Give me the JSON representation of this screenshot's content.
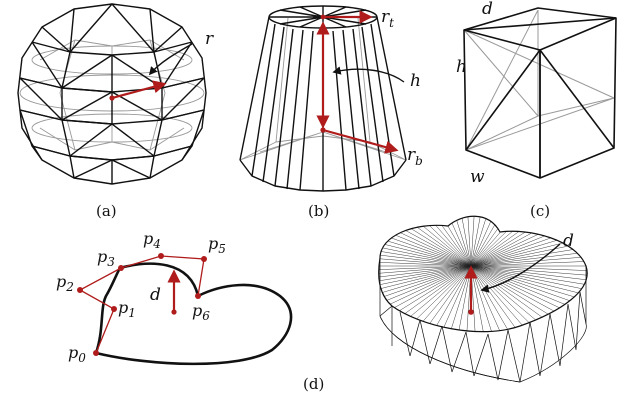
{
  "captions": {
    "a": "(a)",
    "b": "(b)",
    "c": "(c)",
    "d": "(d)"
  },
  "sphere": {
    "radius_label": "r"
  },
  "cone": {
    "top_radius_label": "r",
    "top_radius_sub": "t",
    "height_label": "h",
    "bottom_radius_label": "r",
    "bottom_radius_sub": "b"
  },
  "box": {
    "depth_label": "d",
    "height_label": "h",
    "width_label": "w"
  },
  "profile": {
    "points": [
      {
        "base": "p",
        "sub": "0"
      },
      {
        "base": "p",
        "sub": "1"
      },
      {
        "base": "p",
        "sub": "2"
      },
      {
        "base": "p",
        "sub": "3"
      },
      {
        "base": "p",
        "sub": "4"
      },
      {
        "base": "p",
        "sub": "5"
      },
      {
        "base": "p",
        "sub": "6"
      }
    ],
    "depth_label": "d"
  },
  "extrusion": {
    "depth_label": "d"
  },
  "colors": {
    "accent": "#b01c1c",
    "ink": "#111111",
    "light_ink": "#8a8a8a"
  }
}
